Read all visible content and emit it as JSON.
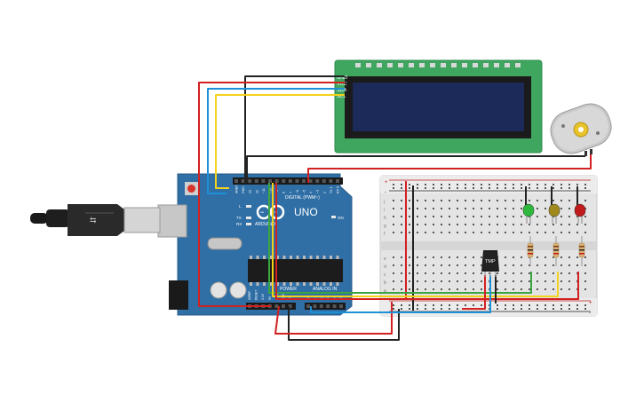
{
  "canvas": {
    "background": "#ffffff"
  },
  "lcd": {
    "pin_labels": [
      "GND",
      "VCC",
      "SDA",
      "SCL"
    ],
    "board_color": "#3fa660",
    "screen_color": "#1b2a59",
    "text": ""
  },
  "motor": {
    "icon": "dc-motor-icon",
    "body_color": "#c9c9c9",
    "shaft_color": "#e9c32a"
  },
  "arduino": {
    "brand": "ARDUINO",
    "model": "UNO",
    "board_color": "#2f6fa6",
    "header_digital": "DIGITAL (PWM~)",
    "header_power": "POWER",
    "header_analog": "ANALOG IN",
    "leds": [
      "L",
      "TX",
      "RX"
    ],
    "on_label": "ON",
    "digital_pins": [
      "AREF",
      "GND",
      "13",
      "12",
      "~11",
      "~10",
      "~9",
      "8",
      "7",
      "~6",
      "~5",
      "4",
      "~3",
      "2",
      "TX 1",
      "RX 0"
    ],
    "power_pins": [
      "IOREF",
      "RESET",
      "3.3V",
      "5V",
      "GND",
      "GND",
      "Vin"
    ],
    "analog_pins": [
      "A0",
      "A1",
      "A2",
      "A3",
      "A4",
      "A5"
    ]
  },
  "usb_cable": {
    "icon": "usb-b-cable-icon"
  },
  "breadboard": {
    "rows_top": [
      "j",
      "i",
      "h",
      "g",
      "f"
    ],
    "rows_bottom": [
      "e",
      "d",
      "c",
      "b",
      "a"
    ],
    "power_rail_plus": "+",
    "power_rail_minus": "-"
  },
  "sensor": {
    "label": "TMP"
  },
  "traffic_leds": [
    {
      "name": "green",
      "color": "#2db83d"
    },
    {
      "name": "yellow",
      "color": "#a08a1b"
    },
    {
      "name": "red",
      "color": "#c01a1a"
    }
  ],
  "wire_colors": {
    "red": "#d32020",
    "black": "#222222",
    "blue": "#1e90d6",
    "yellow": "#f2d21b",
    "green": "#3aa641"
  }
}
